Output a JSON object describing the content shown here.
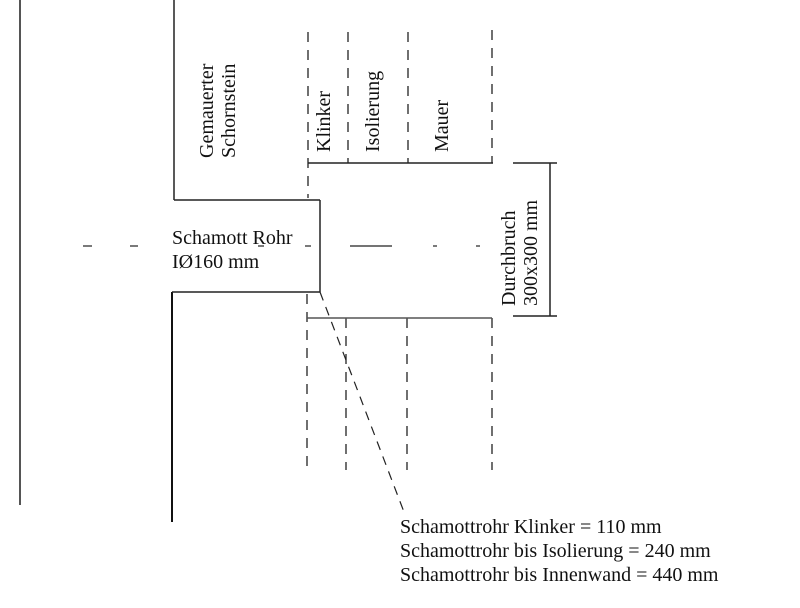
{
  "diagram": {
    "labels": {
      "chimney_line1": "Gemauerter",
      "chimney_line2": "Schornstein",
      "layer_klinker": "Klinker",
      "layer_isolierung": "Isolierung",
      "layer_mauer": "Mauer",
      "pipe_line1": "Schamott Rohr",
      "pipe_line2": "IØ160 mm",
      "opening_line1": "Durchbruch",
      "opening_line2": "300x300 mm"
    },
    "notes": [
      "Schamottrohr Klinker = 110 mm",
      "Schamottrohr bis Isolierung = 240 mm",
      "Schamottrohr bis Innenwand = 440 mm"
    ],
    "colors": {
      "line": "#222222",
      "background": "#ffffff"
    }
  }
}
